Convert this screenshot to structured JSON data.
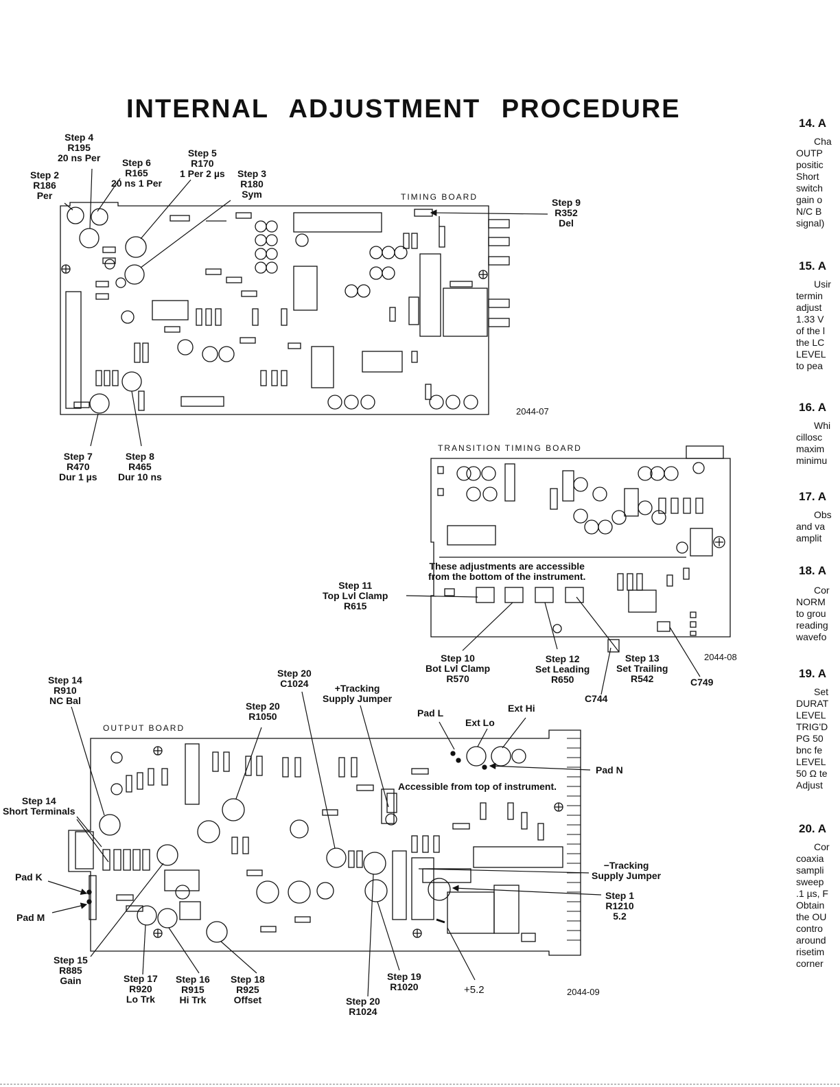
{
  "page": {
    "title": "INTERNAL ADJUSTMENT PROCEDURE"
  },
  "timing_board": {
    "title": "TIMING BOARD",
    "figure": "2044-07",
    "labels": {
      "step4": [
        "Step 4",
        "R195",
        "20 ns Per"
      ],
      "step2": [
        "Step 2",
        "R186",
        "Per"
      ],
      "step6": [
        "Step 6",
        "R165",
        "20 ns 1 Per"
      ],
      "step5": [
        "Step 5",
        "R170",
        "1 Per 2 µs"
      ],
      "step3": [
        "Step 3",
        "R180",
        "Sym"
      ],
      "step9": [
        "Step 9",
        "R352",
        "Del"
      ],
      "step7": [
        "Step 7",
        "R470",
        "Dur 1 µs"
      ],
      "step8": [
        "Step 8",
        "R465",
        "Dur 10 ns"
      ]
    }
  },
  "transition_board": {
    "title": "TRANSITION TIMING BOARD",
    "figure": "2044-08",
    "note": [
      "These adjustments are accessible",
      "from the bottom of the instrument."
    ],
    "labels": {
      "step11": [
        "Step 11",
        "Top Lvl Clamp",
        "R615"
      ],
      "step10": [
        "Step 10",
        "Bot Lvl Clamp",
        "R570"
      ],
      "step12": [
        "Step 12",
        "Set Leading",
        "R650"
      ],
      "step13": [
        "Step 13",
        "Set Trailing",
        "R542"
      ],
      "c749": "C749",
      "c744": "C744"
    }
  },
  "output_board": {
    "title": "OUTPUT BOARD",
    "figure": "2044-09",
    "note": "Accessible from top of instrument.",
    "labels": {
      "step14a": [
        "Step 14",
        "R910",
        "NC Bal"
      ],
      "step20a": [
        "Step 20",
        "C1024"
      ],
      "tracking_plus": [
        "+Tracking",
        "Supply Jumper"
      ],
      "step20b": [
        "Step 20",
        "R1050"
      ],
      "pad_l": "Pad L",
      "ext_hi": "Ext Hi",
      "ext_lo": "Ext Lo",
      "pad_n": "Pad N",
      "step14b": [
        "Step 14",
        "Short Terminals"
      ],
      "pad_k": "Pad K",
      "pad_m": "Pad M",
      "tracking_minus": [
        "−Tracking",
        "Supply Jumper"
      ],
      "step1": [
        "Step 1",
        "R1210",
        "5.2"
      ],
      "step15": [
        "Step 15",
        "R885",
        "Gain"
      ],
      "step17": [
        "Step 17",
        "R920",
        "Lo Trk"
      ],
      "step16": [
        "Step 16",
        "R915",
        "Hi Trk"
      ],
      "step18": [
        "Step 18",
        "R925",
        "Offset"
      ],
      "step19": [
        "Step 19",
        "R1020"
      ],
      "plus52": "+5.2",
      "step20c": [
        "Step 20",
        "R1024"
      ]
    }
  },
  "right_column": [
    {
      "heading": "14. A",
      "lines": [
        "Cha",
        "OUTP",
        "positic",
        "Short",
        "switch",
        "gain o",
        "N/C B",
        "signal)"
      ]
    },
    {
      "heading": "15. A",
      "lines": [
        "Usir",
        "termin",
        "adjust",
        "1.33 V",
        "of the l",
        "the LC",
        "LEVEL",
        "to pea"
      ]
    },
    {
      "heading": "16. A",
      "lines": [
        "Whi",
        "cillosc",
        "maxim",
        "minimu"
      ]
    },
    {
      "heading": "17. A",
      "lines": [
        "Obs",
        "and va",
        "amplit"
      ]
    },
    {
      "heading": "18. A",
      "lines": [
        "Cor",
        "NORM",
        "to grou",
        "reading",
        "wavefo"
      ]
    },
    {
      "heading": "19. A",
      "lines": [
        "Set",
        "DURAT",
        "LEVEL",
        "TRIG'D",
        "PG 50",
        "bnc fe",
        "LEVEL",
        "50 Ω te",
        "Adjust"
      ]
    },
    {
      "heading": "20. A",
      "lines": [
        "Cor",
        "coaxia",
        "sampli",
        "sweep",
        ".1 µs, F",
        "Obtain",
        "the OU",
        "contro",
        "around",
        "risetim",
        "corner"
      ]
    }
  ]
}
